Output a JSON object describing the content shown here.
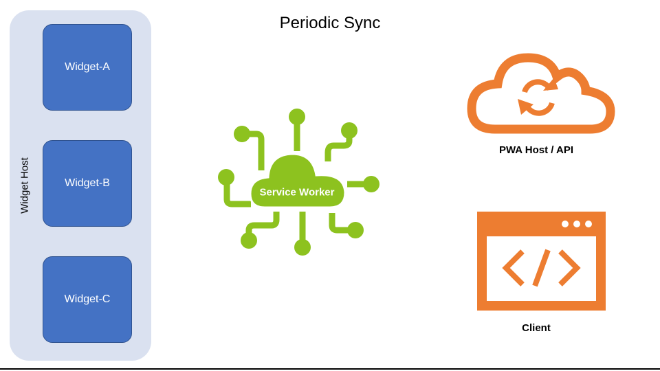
{
  "title": "Periodic Sync",
  "widget_host": {
    "label": "Widget Host",
    "widgets": [
      {
        "label": "Widget-A"
      },
      {
        "label": "Widget-B"
      },
      {
        "label": "Widget-C"
      }
    ]
  },
  "service_worker": {
    "label": "Service Worker",
    "icon": "circuit-cloud-icon",
    "color": "#8dc21f"
  },
  "pwa_host": {
    "label": "PWA Host / API",
    "icon": "cloud-sync-icon",
    "color": "#ed7d31"
  },
  "client": {
    "label": "Client",
    "icon": "code-window-icon",
    "color": "#ed7d31"
  }
}
